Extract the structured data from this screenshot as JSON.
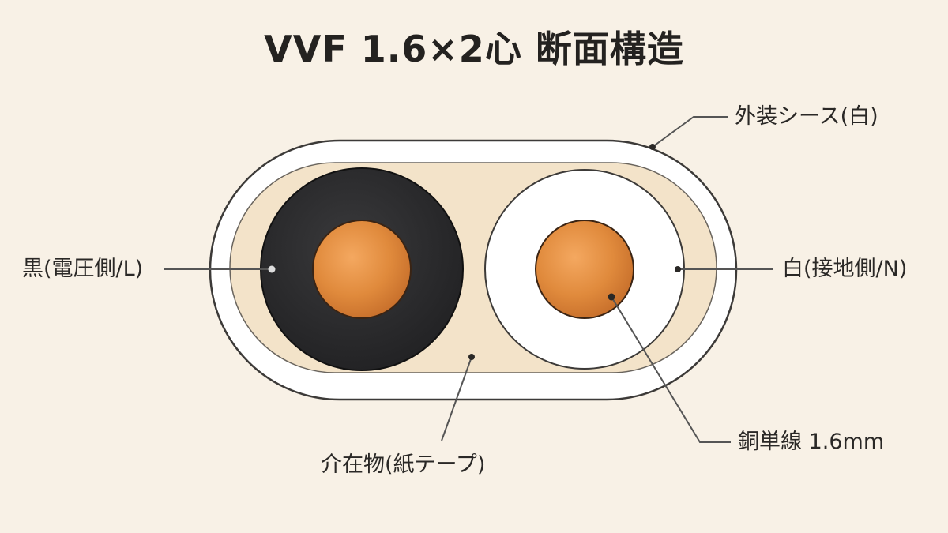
{
  "title": "VVF 1.6×2心 断面構造",
  "labels": {
    "sheath": "外装シース(白)",
    "black": "黒(電圧側/L)",
    "white": "白(接地側/N)",
    "filler": "介在物(紙テープ)",
    "conductor": "銅単線 1.6mm"
  },
  "colors": {
    "background": "#f8f1e6",
    "sheath": "#ffffff",
    "filler": "#f3e3c9",
    "black_insulation": "#2a2a2c",
    "white_insulation": "#ffffff",
    "copper": "#e08a3c",
    "leader_line": "#555555"
  }
}
